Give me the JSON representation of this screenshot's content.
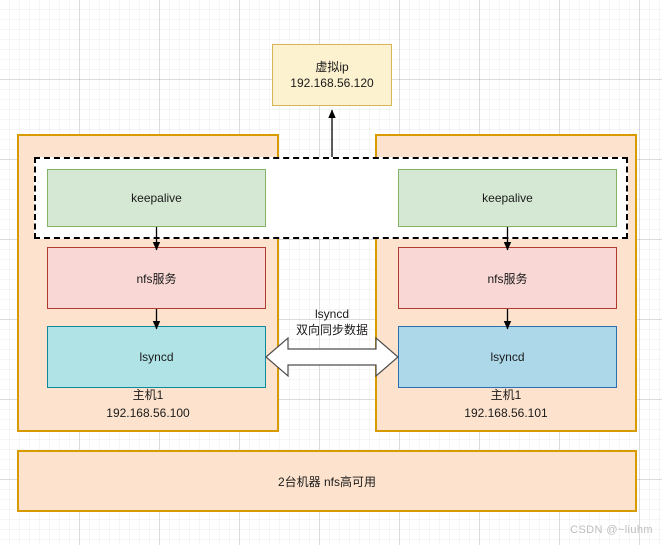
{
  "diagram": {
    "title_watermark": "CSDN @~liuhm",
    "vip": {
      "name": "虚拟ip",
      "address": "192.168.56.120"
    },
    "hosts": [
      {
        "id": "left",
        "label": "主机1",
        "ip": "192.168.56.100",
        "services": [
          {
            "key": "keepalive",
            "label": "keepalive",
            "color": "#d5e8d4",
            "border": "#82b366"
          },
          {
            "key": "nfs",
            "label": "nfs服务",
            "color": "#f8d7d5",
            "border": "#b03a2e"
          },
          {
            "key": "lsyncd",
            "label": "lsyncd",
            "color": "#b0e3e6",
            "border": "#10899e"
          }
        ]
      },
      {
        "id": "right",
        "label": "主机1",
        "ip": "192.168.56.101",
        "services": [
          {
            "key": "keepalive",
            "label": "keepalive",
            "color": "#d5e8d4",
            "border": "#82b366"
          },
          {
            "key": "nfs",
            "label": "nfs服务",
            "color": "#f8d7d5",
            "border": "#b03a2e"
          },
          {
            "key": "lsyncd",
            "label": "lsyncd",
            "color": "#add8ea",
            "border": "#2a6faf"
          }
        ]
      }
    ],
    "sync_link": {
      "line1": "lsyncd",
      "line2": "双向同步数据"
    },
    "summary": "2台机器 nfs高可用",
    "colors": {
      "host_container_fill": "#fde3ce",
      "host_container_border": "#d79b00",
      "vip_fill": "#fcf2d0",
      "vip_border": "#d6b656",
      "keepalive_zone_border": "#000000",
      "arrow": "#000000"
    }
  }
}
